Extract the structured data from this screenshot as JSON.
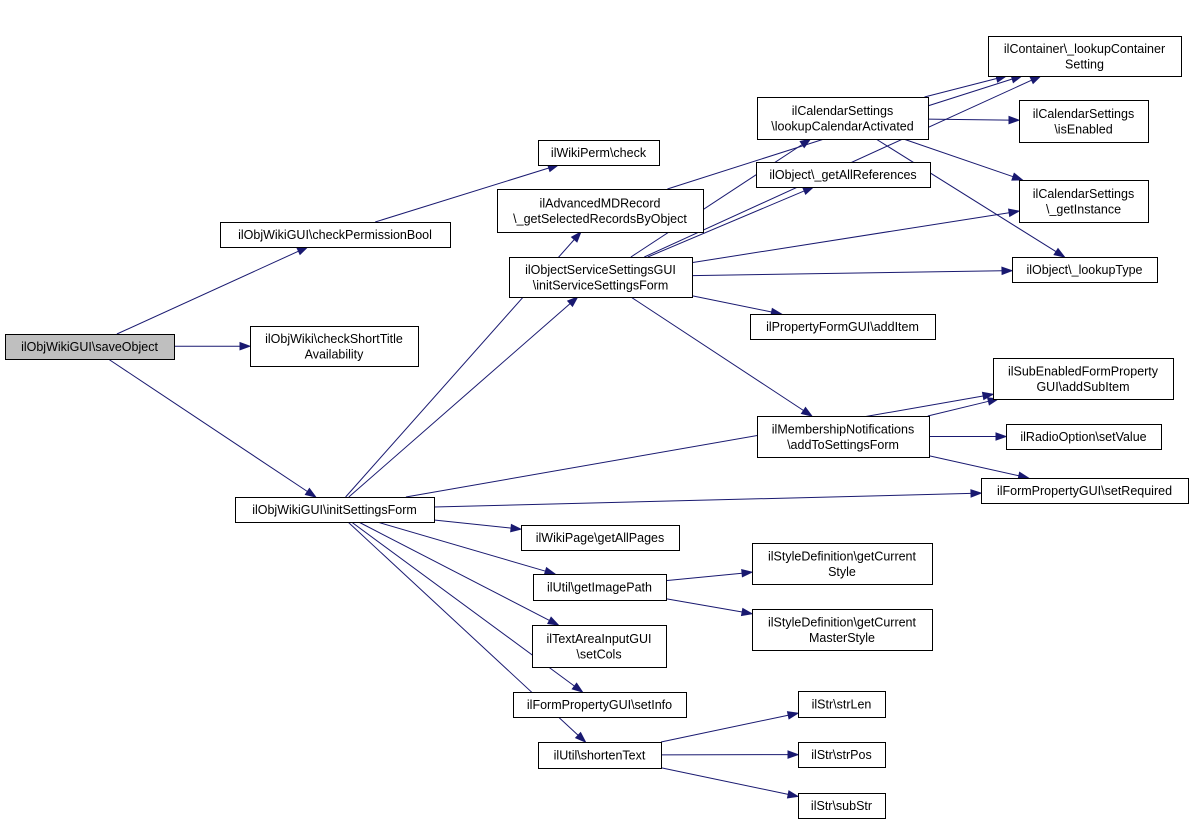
{
  "colors": {
    "edge": "#191970",
    "root_fill": "#bfbfbf",
    "node_fill": "#ffffff",
    "border": "#000000"
  },
  "nodes": [
    {
      "id": "saveObject",
      "lines": [
        "ilObjWikiGUI\\saveObject"
      ],
      "root": true
    },
    {
      "id": "checkPermissionBool",
      "lines": [
        "ilObjWikiGUI\\checkPermissionBool"
      ]
    },
    {
      "id": "checkShortTitle",
      "lines": [
        "ilObjWiki\\checkShortTitle",
        "Availability"
      ]
    },
    {
      "id": "initSettingsForm",
      "lines": [
        "ilObjWikiGUI\\initSettingsForm"
      ]
    },
    {
      "id": "wikiPermCheck",
      "lines": [
        "ilWikiPerm\\check"
      ]
    },
    {
      "id": "advancedMD",
      "lines": [
        "ilAdvancedMDRecord",
        "\\_getSelectedRecordsByObject"
      ]
    },
    {
      "id": "objectService",
      "lines": [
        "ilObjectServiceSettingsGUI",
        "\\initServiceSettingsForm"
      ]
    },
    {
      "id": "containerLookup",
      "lines": [
        "ilContainer\\_lookupContainer",
        "Setting"
      ]
    },
    {
      "id": "calLookupActivated",
      "lines": [
        "ilCalendarSettings",
        "\\lookupCalendarActivated"
      ]
    },
    {
      "id": "calIsEnabled",
      "lines": [
        "ilCalendarSettings",
        "\\isEnabled"
      ]
    },
    {
      "id": "getAllReferences",
      "lines": [
        "ilObject\\_getAllReferences"
      ]
    },
    {
      "id": "calGetInstance",
      "lines": [
        "ilCalendarSettings",
        "\\_getInstance"
      ]
    },
    {
      "id": "lookupType",
      "lines": [
        "ilObject\\_lookupType"
      ]
    },
    {
      "id": "addItem",
      "lines": [
        "ilPropertyFormGUI\\addItem"
      ]
    },
    {
      "id": "addSubItem",
      "lines": [
        "ilSubEnabledFormProperty",
        "GUI\\addSubItem"
      ]
    },
    {
      "id": "membership",
      "lines": [
        "ilMembershipNotifications",
        "\\addToSettingsForm"
      ]
    },
    {
      "id": "radioSetValue",
      "lines": [
        "ilRadioOption\\setValue"
      ]
    },
    {
      "id": "setRequired",
      "lines": [
        "ilFormPropertyGUI\\setRequired"
      ]
    },
    {
      "id": "getAllPages",
      "lines": [
        "ilWikiPage\\getAllPages"
      ]
    },
    {
      "id": "getImagePath",
      "lines": [
        "ilUtil\\getImagePath"
      ]
    },
    {
      "id": "styleCurrent",
      "lines": [
        "ilStyleDefinition\\getCurrent",
        "Style"
      ]
    },
    {
      "id": "styleMaster",
      "lines": [
        "ilStyleDefinition\\getCurrent",
        "MasterStyle"
      ]
    },
    {
      "id": "textAreaCols",
      "lines": [
        "ilTextAreaInputGUI",
        "\\setCols"
      ]
    },
    {
      "id": "setInfo",
      "lines": [
        "ilFormPropertyGUI\\setInfo"
      ]
    },
    {
      "id": "shortenText",
      "lines": [
        "ilUtil\\shortenText"
      ]
    },
    {
      "id": "strLen",
      "lines": [
        "ilStr\\strLen"
      ]
    },
    {
      "id": "strPos",
      "lines": [
        "ilStr\\strPos"
      ]
    },
    {
      "id": "subStr",
      "lines": [
        "ilStr\\subStr"
      ]
    }
  ],
  "edges": [
    [
      "saveObject",
      "checkPermissionBool"
    ],
    [
      "saveObject",
      "checkShortTitle"
    ],
    [
      "saveObject",
      "initSettingsForm"
    ],
    [
      "checkPermissionBool",
      "wikiPermCheck"
    ],
    [
      "initSettingsForm",
      "advancedMD"
    ],
    [
      "initSettingsForm",
      "objectService"
    ],
    [
      "initSettingsForm",
      "addSubItem"
    ],
    [
      "initSettingsForm",
      "setRequired"
    ],
    [
      "initSettingsForm",
      "getAllPages"
    ],
    [
      "initSettingsForm",
      "getImagePath"
    ],
    [
      "initSettingsForm",
      "textAreaCols"
    ],
    [
      "initSettingsForm",
      "setInfo"
    ],
    [
      "initSettingsForm",
      "shortenText"
    ],
    [
      "advancedMD",
      "containerLookup"
    ],
    [
      "objectService",
      "containerLookup"
    ],
    [
      "objectService",
      "calLookupActivated"
    ],
    [
      "objectService",
      "getAllReferences"
    ],
    [
      "objectService",
      "calGetInstance"
    ],
    [
      "objectService",
      "lookupType"
    ],
    [
      "objectService",
      "addItem"
    ],
    [
      "objectService",
      "membership"
    ],
    [
      "calLookupActivated",
      "containerLookup"
    ],
    [
      "calLookupActivated",
      "calIsEnabled"
    ],
    [
      "calLookupActivated",
      "calGetInstance"
    ],
    [
      "calLookupActivated",
      "lookupType"
    ],
    [
      "membership",
      "addSubItem"
    ],
    [
      "membership",
      "radioSetValue"
    ],
    [
      "membership",
      "setRequired"
    ],
    [
      "getImagePath",
      "styleCurrent"
    ],
    [
      "getImagePath",
      "styleMaster"
    ],
    [
      "shortenText",
      "strLen"
    ],
    [
      "shortenText",
      "strPos"
    ],
    [
      "shortenText",
      "subStr"
    ]
  ]
}
